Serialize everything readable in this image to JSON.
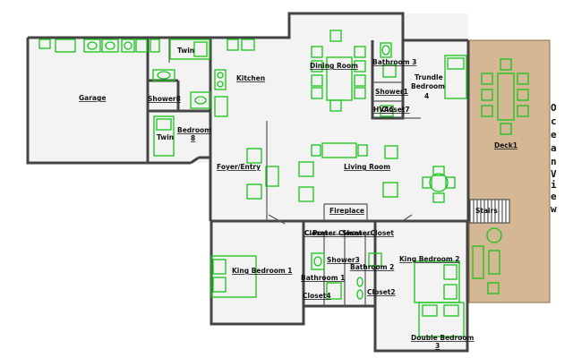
{
  "rooms": {
    "garage": "Garage",
    "twin_top": "Twin",
    "shower8": "Shower8",
    "twin_bottom": "Twin",
    "bedroom8_a": "Bedroom",
    "bedroom8_b": "8",
    "kitchen": "Kitchen",
    "dining": "Dining Room",
    "bathroom3": "Bathroom 3",
    "shower1": "Shower1",
    "hvac": "HVAC",
    "closet7": "Closet7",
    "trundle_a": "Trundle",
    "trundle_b": "Bedroom",
    "trundle_c": "4",
    "deck": "Deck1",
    "foyer": "Foyer/Entry",
    "living": "Living Room",
    "fireplace": "Fireplace",
    "stairs": "Stairs",
    "closet_a": "Closet",
    "power_closet": "Power Closet",
    "shower_closet": "ShowerCloset",
    "king1": "King Bedroom 1",
    "shower3": "Shower3",
    "bathroom2": "Bathroom 2",
    "king2": "King Bedroom 2",
    "bathroom1": "Bathroom 1",
    "closet4": "Closet4",
    "closet2": "Closet2",
    "double_a": "Double Bedroom",
    "double_b": "3"
  },
  "ocean_view": [
    "O",
    "c",
    "e",
    "a",
    "n",
    "V",
    "i",
    "e",
    "w"
  ],
  "colors": {
    "wall": "#444444",
    "fixture": "#18c418",
    "deck": "#d4b896",
    "floor": "#f3f3f3"
  }
}
